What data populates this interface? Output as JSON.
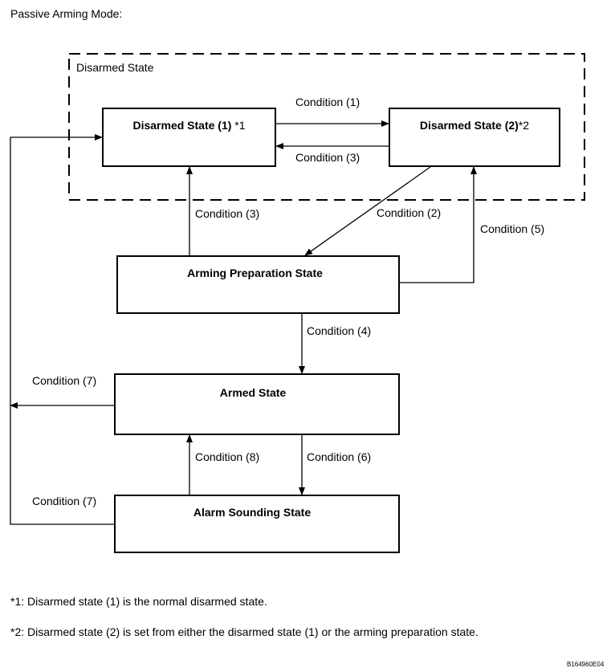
{
  "header": {
    "title": "Passive Arming Mode:"
  },
  "group": {
    "label": "Disarmed State"
  },
  "states": {
    "disarmed1": {
      "label": "Disarmed State (1)",
      "note": "*1"
    },
    "disarmed2": {
      "label": "Disarmed State (2)",
      "note": "*2"
    },
    "arming_prep": {
      "label": "Arming Preparation State"
    },
    "armed": {
      "label": "Armed State"
    },
    "alarm": {
      "label": "Alarm Sounding State"
    }
  },
  "conditions": {
    "c1": "Condition (1)",
    "c3_top": "Condition (3)",
    "c3_left": "Condition (3)",
    "c2": "Condition (2)",
    "c5": "Condition (5)",
    "c4": "Condition (4)",
    "c7_upper": "Condition (7)",
    "c8": "Condition (8)",
    "c6": "Condition (6)",
    "c7_lower": "Condition (7)"
  },
  "footnotes": {
    "n1": "*1: Disarmed state (1) is the normal disarmed state.",
    "n2": "*2: Disarmed state (2) is set from either the disarmed state (1) or the arming preparation state."
  },
  "figure_code": "B164960E04"
}
